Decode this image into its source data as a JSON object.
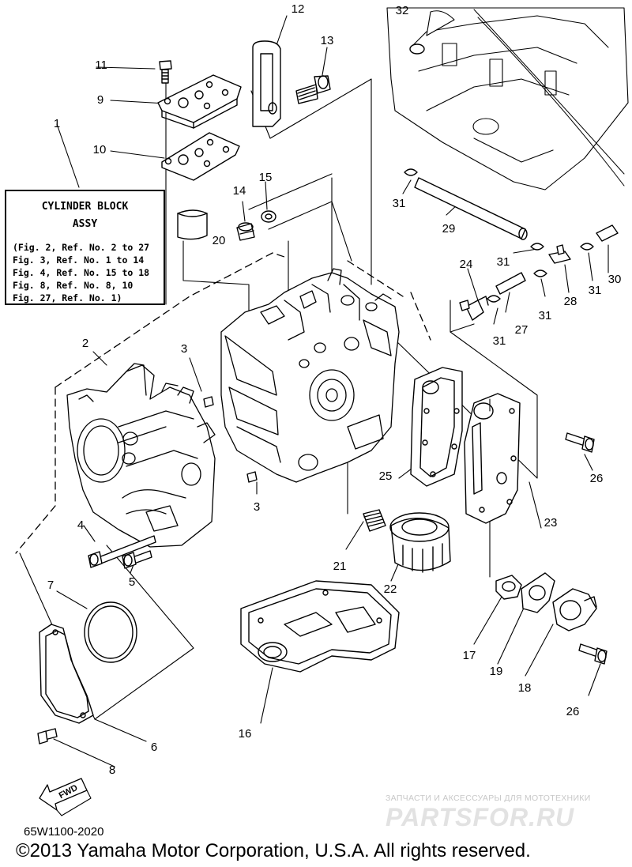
{
  "assembly_box": {
    "title_line1": "CYLINDER BLOCK",
    "title_line2": "ASSY",
    "refs": [
      "(Fig. 2, Ref. No. 2 to 27",
      "Fig. 3, Ref. No. 1 to 14",
      "Fig. 4, Ref. No. 15 to 18",
      "Fig. 8, Ref. No. 8, 10",
      "Fig. 27, Ref. No. 1)"
    ]
  },
  "callouts": {
    "c1": "1",
    "c2": "2",
    "c3a": "3",
    "c3b": "3",
    "c4": "4",
    "c5": "5",
    "c6": "6",
    "c7": "7",
    "c8": "8",
    "c9": "9",
    "c10": "10",
    "c11": "11",
    "c12": "12",
    "c13": "13",
    "c14": "14",
    "c15": "15",
    "c16": "16",
    "c17": "17",
    "c18": "18",
    "c19": "19",
    "c20": "20",
    "c21": "21",
    "c22": "22",
    "c23": "23",
    "c24": "24",
    "c25": "25",
    "c26a": "26",
    "c26b": "26",
    "c27": "27",
    "c28": "28",
    "c29": "29",
    "c30": "30",
    "c31a": "31",
    "c31b": "31",
    "c31c": "31",
    "c31d": "31",
    "c31e": "31",
    "c32": "32"
  },
  "fwd_label": "FWD",
  "part_code": "65W1100-2020",
  "copyright": "©2013 Yamaha Motor Corporation, U.S.A. All rights reserved.",
  "watermark": {
    "subtitle": "ЗАПЧАСТИ И АКСЕССУАРЫ ДЛЯ МОТОТЕХНИКИ",
    "logo": "PARTSFOR.RU"
  }
}
